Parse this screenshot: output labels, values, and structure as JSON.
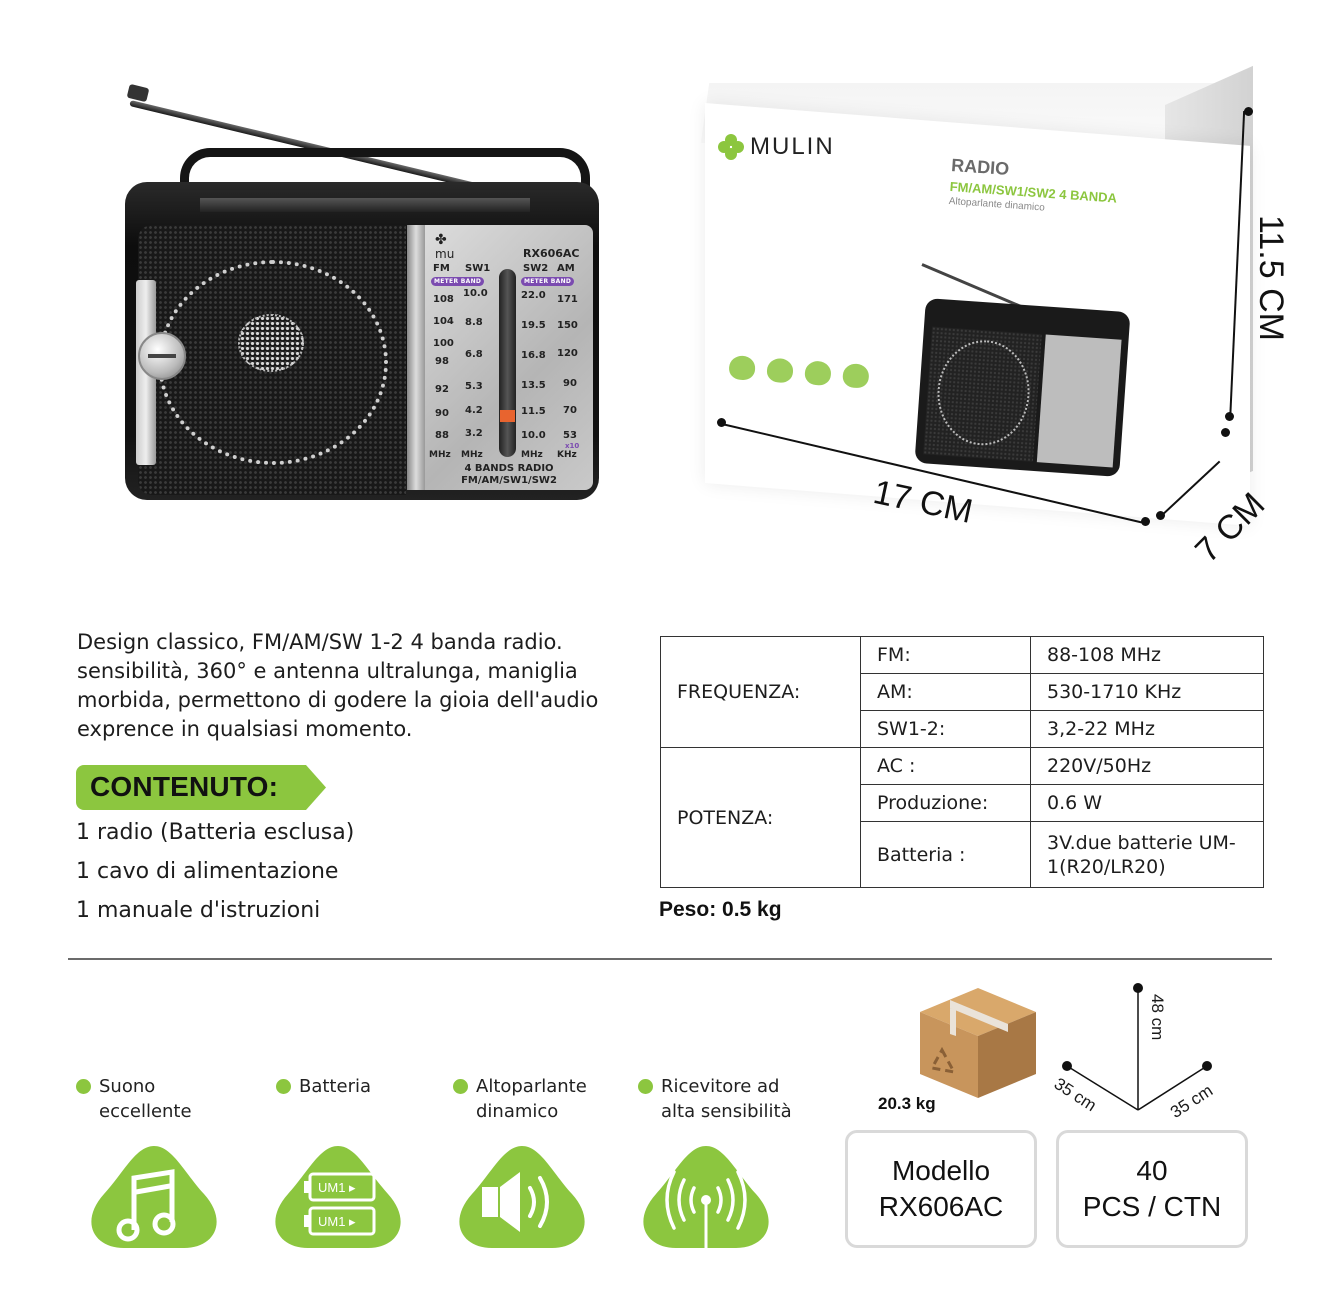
{
  "radio": {
    "dial_brand": "mu",
    "model": "RX606AC",
    "bands_left": [
      "FM",
      "SW1"
    ],
    "bands_right": [
      "SW2",
      "AM"
    ],
    "meter_band_label": "METER BAND",
    "fm_scale": [
      "108",
      "104",
      "100",
      "98",
      "92",
      "90",
      "88"
    ],
    "sw1_scale": [
      "10.0",
      "8.8",
      "6.8",
      "5.3",
      "4.2",
      "3.2"
    ],
    "sw2_scale": [
      "22.0",
      "19.5",
      "16.8",
      "13.5",
      "11.5",
      "10.0"
    ],
    "am_scale": [
      "171",
      "150",
      "120",
      "90",
      "70",
      "53"
    ],
    "am_multiplier": "x10",
    "units": [
      "MHz",
      "MHz",
      "MHz",
      "KHz"
    ],
    "bottom_line1": "4 BANDS RADIO",
    "bottom_line2": "FM/AM/SW1/SW2",
    "needle_color": "#e8642f",
    "meter_color": "#7b4bb0"
  },
  "box": {
    "brand": "MULIN",
    "title": "RADIO",
    "subtitle": "FM/AM/SW1/SW2 4 BANDA",
    "tagline": "Altoparlante dinamico",
    "dimensions": {
      "width": "17 CM",
      "height": "11.5 CM",
      "depth": "7 CM"
    }
  },
  "description": "Design classico, FM/AM/SW 1-2 4 banda radio. sensibilità, 360° e antenna ultralunga, maniglia morbida, permettono di godere la gioia dell'audio exprence in qualsiasi momento.",
  "contents": {
    "heading": "CONTENUTO:",
    "items": [
      "1 radio (Batteria esclusa)",
      "1 cavo di alimentazione",
      "1 manuale d'istruzioni"
    ]
  },
  "specs": {
    "groups": [
      {
        "label": "FREQUENZA:",
        "rows": [
          {
            "key": "FM:",
            "value": "88-108 MHz"
          },
          {
            "key": "AM:",
            "value": "530-1710 KHz"
          },
          {
            "key": "SW1-2:",
            "value": "3,2-22 MHz"
          }
        ]
      },
      {
        "label": "POTENZA:",
        "rows": [
          {
            "key": "AC :",
            "value": "220V/50Hz"
          },
          {
            "key": "Produzione:",
            "value": "0.6 W"
          },
          {
            "key": "Batteria :",
            "value": "3V.due batterie UM-1(R20/LR20)"
          }
        ]
      }
    ],
    "weight": "Peso: 0.5 kg"
  },
  "features": [
    {
      "label": "Suono eccellente",
      "icon": "music-note-icon"
    },
    {
      "label": "Batteria",
      "icon": "battery-icon",
      "battery_text": "UM1"
    },
    {
      "label": "Altoparlante dinamico",
      "icon": "speaker-icon"
    },
    {
      "label": "Ricevitore ad alta sensibilità",
      "icon": "antenna-signal-icon"
    }
  ],
  "carton": {
    "weight": "20.3 kg",
    "dims": {
      "height": "48 cm",
      "left": "35 cm",
      "right": "35 cm"
    },
    "model_label": "Modello",
    "model_value": "RX606AC",
    "qty_value": "40",
    "qty_label": "PCS / CTN"
  },
  "colors": {
    "accent_green": "#8cc63f",
    "carton_brown": "#c8955c"
  }
}
